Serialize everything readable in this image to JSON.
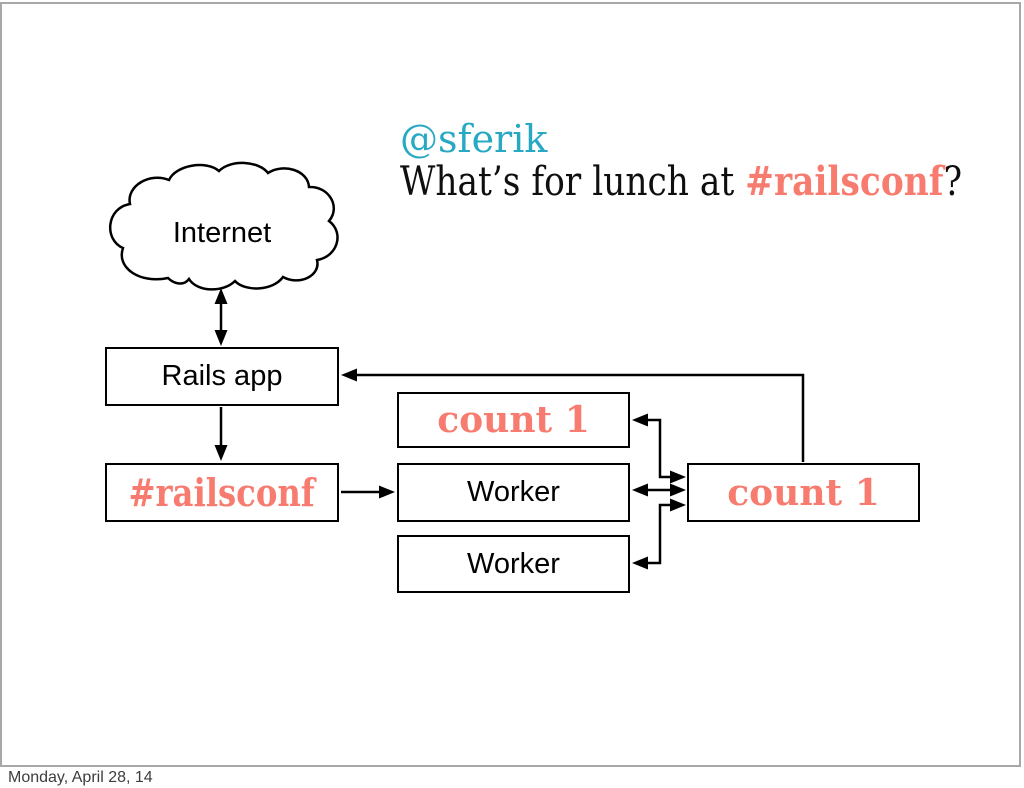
{
  "slide": {
    "tweet": {
      "handle": "@sferik",
      "question_prefix": "What’s for lunch at ",
      "hashtag": "#railsconf",
      "question_suffix": "?"
    },
    "nodes": {
      "internet": "Internet",
      "rails_app": "Rails app",
      "railsconf": "#railsconf",
      "count_top": "count 1",
      "worker_1": "Worker",
      "worker_2": "Worker",
      "count_right": "count 1"
    },
    "colors": {
      "accent_salmon": "#f87b70",
      "accent_teal": "#27a9c4",
      "diagram_line": "#000000",
      "slide_border": "#a8a8a8"
    }
  },
  "footer": {
    "date": "Monday, April 28, 14"
  }
}
